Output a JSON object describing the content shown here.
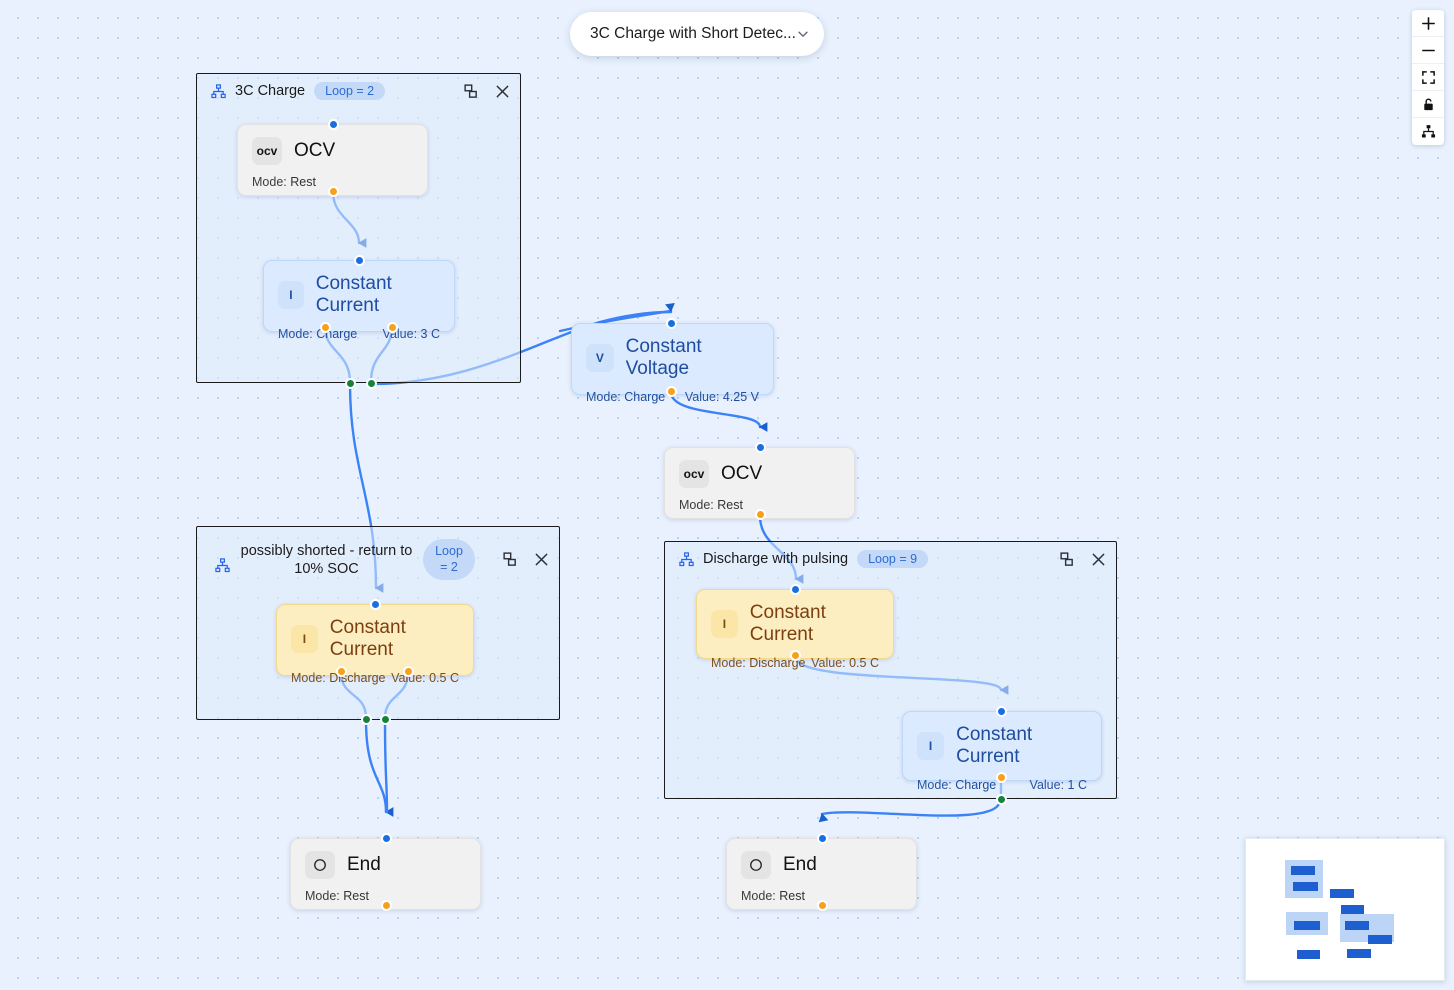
{
  "header": {
    "title": "3C Charge with Short Detec...",
    "chevron_icon": "chevron-down-icon"
  },
  "toolbar": {
    "buttons": [
      {
        "name": "zoom-in-button",
        "icon": "plus-icon",
        "label": "+"
      },
      {
        "name": "zoom-out-button",
        "icon": "minus-icon",
        "label": "−"
      },
      {
        "name": "fit-view-button",
        "icon": "fit-screen-icon",
        "label": ""
      },
      {
        "name": "lock-button",
        "icon": "lock-icon",
        "label": ""
      },
      {
        "name": "layout-button",
        "icon": "hierarchy-icon",
        "label": ""
      }
    ]
  },
  "groups": [
    {
      "id": "group-3c-charge",
      "title": "3C Charge",
      "loop_label": "Loop = 2",
      "icon": "hierarchy-icon",
      "ungroup_icon": "ungroup-icon",
      "close_icon": "close-icon"
    },
    {
      "id": "group-possibly-shorted",
      "title_line1": "possibly shorted - return to",
      "title_line2": "10% SOC",
      "loop_line1": "Loop",
      "loop_line2": "= 2",
      "icon": "hierarchy-icon",
      "ungroup_icon": "ungroup-icon",
      "close_icon": "close-icon"
    },
    {
      "id": "group-discharge-pulsing",
      "title": "Discharge with pulsing",
      "loop_label": "Loop = 9",
      "icon": "hierarchy-icon",
      "ungroup_icon": "ungroup-icon",
      "close_icon": "close-icon"
    }
  ],
  "nodes": [
    {
      "id": "node-ocv-1",
      "badge": "ocv",
      "name": "OCV",
      "mode_key": "Mode:",
      "mode_value": "Rest",
      "value_key": "",
      "value_value": ""
    },
    {
      "id": "node-cc-charge-3c",
      "badge": "I",
      "name": "Constant Current",
      "mode_key": "Mode:",
      "mode_value": "Charge",
      "value_key": "Value:",
      "value_value": "3 C"
    },
    {
      "id": "node-cv-charge",
      "badge": "V",
      "name": "Constant Voltage",
      "mode_key": "Mode:",
      "mode_value": "Charge",
      "value_key": "Value:",
      "value_value": "4.25 V"
    },
    {
      "id": "node-ocv-2",
      "badge": "ocv",
      "name": "OCV",
      "mode_key": "Mode:",
      "mode_value": "Rest",
      "value_key": "",
      "value_value": ""
    },
    {
      "id": "node-cc-discharge-shorted",
      "badge": "I",
      "name": "Constant Current",
      "mode_key": "Mode:",
      "mode_value": "Discharge",
      "value_key": "Value:",
      "value_value": "0.5 C"
    },
    {
      "id": "node-cc-discharge-pulsing",
      "badge": "I",
      "name": "Constant Current",
      "mode_key": "Mode:",
      "mode_value": "Discharge",
      "value_key": "Value:",
      "value_value": "0.5 C"
    },
    {
      "id": "node-cc-charge-1c",
      "badge": "I",
      "name": "Constant Current",
      "mode_key": "Mode:",
      "mode_value": "Charge",
      "value_key": "Value:",
      "value_value": "1 C"
    },
    {
      "id": "node-end-1",
      "badge": "end",
      "name": "End",
      "mode_key": "Mode:",
      "mode_value": "Rest",
      "value_key": "",
      "value_value": ""
    },
    {
      "id": "node-end-2",
      "badge": "end",
      "name": "End",
      "mode_key": "Mode:",
      "mode_value": "Rest",
      "value_key": "",
      "value_value": ""
    }
  ],
  "colors": {
    "canvas_bg": "#e8f1fd",
    "edge": "#3b82f6",
    "handle_in": "#1a6fe0",
    "handle_out": "#f6a11c",
    "handle_group": "#17823c",
    "node_blue": "#dbeafe",
    "node_amber": "#fceec0",
    "node_grey": "#f1f1f1",
    "badge_blue": "#c3d9f7"
  }
}
